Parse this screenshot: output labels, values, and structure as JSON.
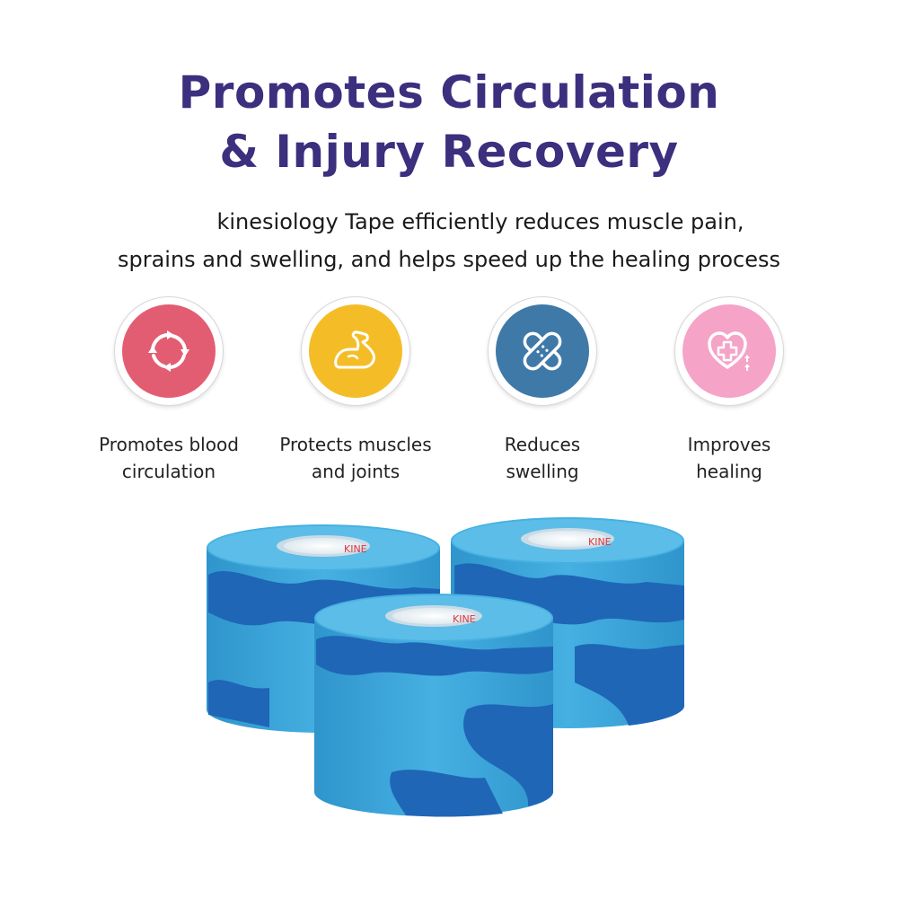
{
  "headline": {
    "line1": "Promotes Circulation",
    "line2": "& Injury Recovery"
  },
  "subtext": {
    "line1": "kinesiology Tape efficiently reduces muscle pain,",
    "line2": "sprains and swelling, and helps speed up the healing process"
  },
  "benefits": [
    {
      "icon": "circulation-arrows-icon",
      "color": "#e35d72",
      "label_line1": "Promotes blood",
      "label_line2": "circulation"
    },
    {
      "icon": "flexed-arm-icon",
      "color": "#f4bd28",
      "label_line1": "Protects muscles",
      "label_line2": "and joints"
    },
    {
      "icon": "crossed-bandage-icon",
      "color": "#3f79a8",
      "label_line1": "Reduces",
      "label_line2": "swelling"
    },
    {
      "icon": "heart-cross-icon",
      "color": "#f5a3c7",
      "label_line1": "Improves",
      "label_line2": "healing"
    }
  ],
  "product": {
    "roll_count": 3,
    "core_text": "KINE",
    "tape_color": "#3fa9dc",
    "camo_color": "#1f66b6",
    "core_text_color": "#e0353b"
  }
}
